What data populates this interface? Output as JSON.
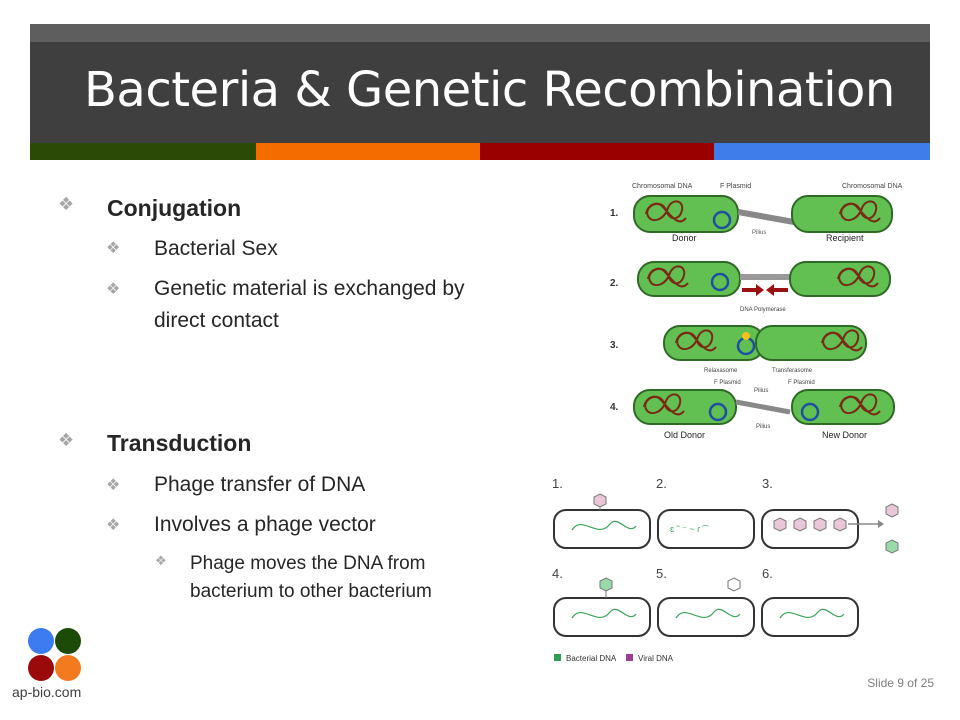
{
  "slide": {
    "title": "Bacteria & Genetic Recombination",
    "footer": "Slide 9 of 25",
    "colors": {
      "titlebar": "#3f3f3f",
      "topstrip": "#5e5e5e",
      "stripes": [
        "#2b4a05",
        "#f46b00",
        "#9b0000",
        "#3f7eea"
      ],
      "bullet_glyph": "#a6a6a6",
      "logo": [
        "#3d7cf0",
        "#1c4b08",
        "#9a0a0a",
        "#f47a1f"
      ]
    }
  },
  "bullets": {
    "conjugation": {
      "heading": "Conjugation",
      "items": [
        "Bacterial Sex",
        "Genetic material is exchanged by direct contact"
      ]
    },
    "transduction": {
      "heading": "Transduction",
      "items": [
        "Phage transfer of DNA",
        "Involves a phage vector"
      ],
      "sub": "Phage moves the DNA from bacterium to other bacterium"
    }
  },
  "conjugation_figure": {
    "labels": {
      "chromosomal_dna_left": "Chromosomal DNA",
      "f_plasmid": "F Plasmid",
      "chromosomal_dna_right": "Chromosomal DNA",
      "donor": "Donor",
      "pilius": "Pilius",
      "recipient": "Recipient",
      "dna_polymerase": "DNA Polymerase",
      "relaxasome": "Relaxasome",
      "transferasome": "Transferasome",
      "f_plasmid_left": "F Plasmid",
      "pilius_4": "Pilius",
      "f_plasmid_right": "F Plasmid",
      "pilius_4b": "Pilius",
      "old_donor": "Old Donor",
      "new_donor": "New Donor"
    },
    "steps": [
      "1.",
      "2.",
      "3.",
      "4."
    ]
  },
  "transduction_figure": {
    "steps": [
      "1.",
      "2.",
      "3.",
      "4.",
      "5.",
      "6."
    ],
    "legend": {
      "bacterial": "Bacterial DNA",
      "viral": "Viral DNA"
    }
  },
  "logo": {
    "text": "ap-bio.com"
  }
}
